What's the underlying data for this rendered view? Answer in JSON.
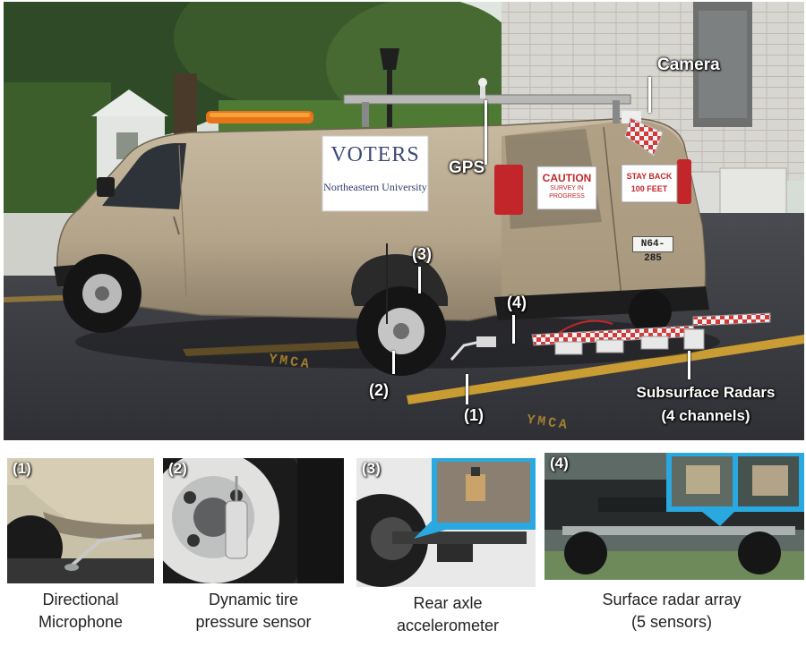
{
  "main_photo": {
    "callouts": {
      "camera": "Camera",
      "gps": "GPS",
      "label_1": "(1)",
      "label_2": "(2)",
      "label_3": "(3)",
      "label_4": "(4)",
      "subsurface_line1": "Subsurface Radars",
      "subsurface_line2": "(4 channels)"
    },
    "van_sign": {
      "title": "VOTERS",
      "university": "Northeastern University"
    },
    "rear_signs": {
      "caution_title": "CAUTION",
      "caution_sub1": "SURVEY IN",
      "caution_sub2": "PROGRESS",
      "stay_back1": "STAY BACK",
      "stay_back2": "100 FEET"
    },
    "license_plate": "N64-285",
    "road_marking": "YMCA"
  },
  "panels": [
    {
      "number": "(1)",
      "caption_line1": "Directional",
      "caption_line2": "Microphone"
    },
    {
      "number": "(2)",
      "caption_line1": "Dynamic tire",
      "caption_line2": "pressure sensor"
    },
    {
      "number": "(3)",
      "caption_line1": "Rear axle",
      "caption_line2": "accelerometer"
    },
    {
      "number": "(4)",
      "caption_line1": "Surface radar array",
      "caption_line2": "(5 sensors)"
    }
  ],
  "colors": {
    "van_body": "#b3a48a",
    "asphalt": "#3c3d42",
    "inset_border": "#2aa8e0",
    "light_bar": "#e8741a",
    "radar_checker": "#d43a3a"
  }
}
